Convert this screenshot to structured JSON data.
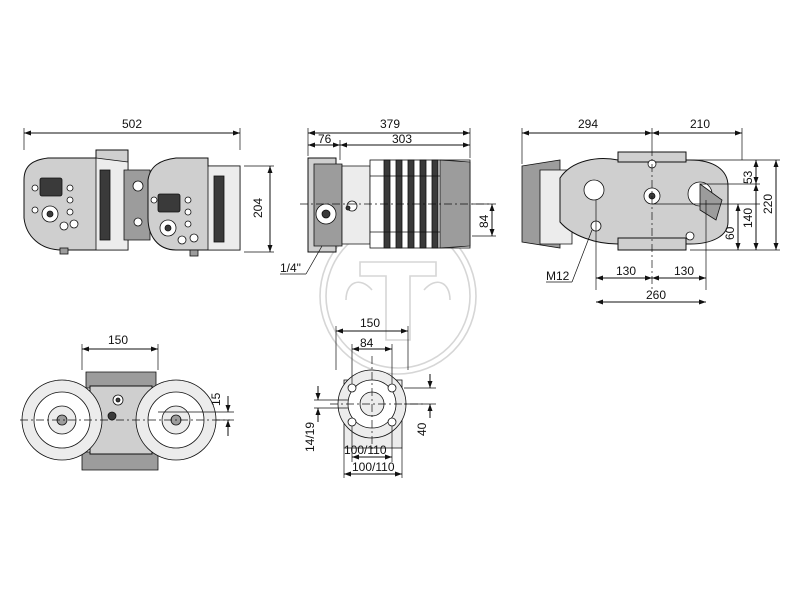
{
  "dimensions": {
    "front_width": "502",
    "front_height": "204",
    "side_length": "379",
    "side_motor": "303",
    "side_flange": "76",
    "side_offset": "84",
    "side_thread": "1/4\"",
    "right_left": "294",
    "right_right": "210",
    "right_h53": "53",
    "right_h140": "140",
    "right_h220": "220",
    "right_h60": "60",
    "right_bolt": "M12",
    "right_b130a": "130",
    "right_b130b": "130",
    "right_b260": "260",
    "top_width": "150",
    "top_offset": "15",
    "flange_width": "150",
    "flange_inner": "84",
    "flange_holes": "14/19",
    "flange_height": "40",
    "flange_pcd1": "100/110",
    "flange_pcd2": "100/110"
  },
  "colors": {
    "line": "#111111",
    "body": "#cfcfcf",
    "dark": "#3a3a3a",
    "watermark": "#d6d6d6"
  }
}
